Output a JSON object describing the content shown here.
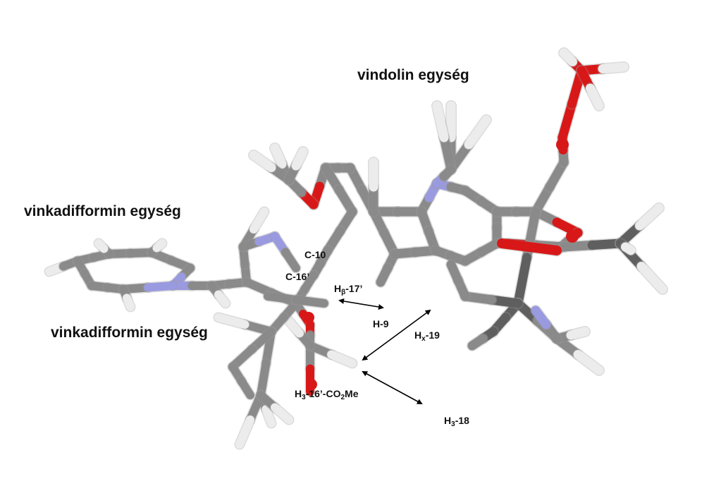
{
  "labels": {
    "vindolin_unit": "vindolin egység",
    "vinkadiff_unit_top": "vinkadifformin egység",
    "vinkadiff_unit_bottom": "vinkadifformin egység",
    "c10": "C-10",
    "c16p": "C-16’",
    "h17_main": "H",
    "h17_sub": "β",
    "h17_rest": "-17’",
    "h9": "H-9",
    "h19_main": "H",
    "h19_sub": "x",
    "h19_rest": "-19",
    "h316_main": "H",
    "h316_sub": "3",
    "h316_mid": "-16’-CO",
    "h316_sub2": "2",
    "h316_rest": "Me",
    "h318_main": "H",
    "h318_sub": "3",
    "h318_rest": "-18"
  },
  "colors": {
    "carbon": "#8a8a8a",
    "carbon_dark": "#5f5f5f",
    "hydrogen": "#ececec",
    "nitrogen": "#9a9ae0",
    "oxygen": "#d81818",
    "arrow": "#000000"
  }
}
